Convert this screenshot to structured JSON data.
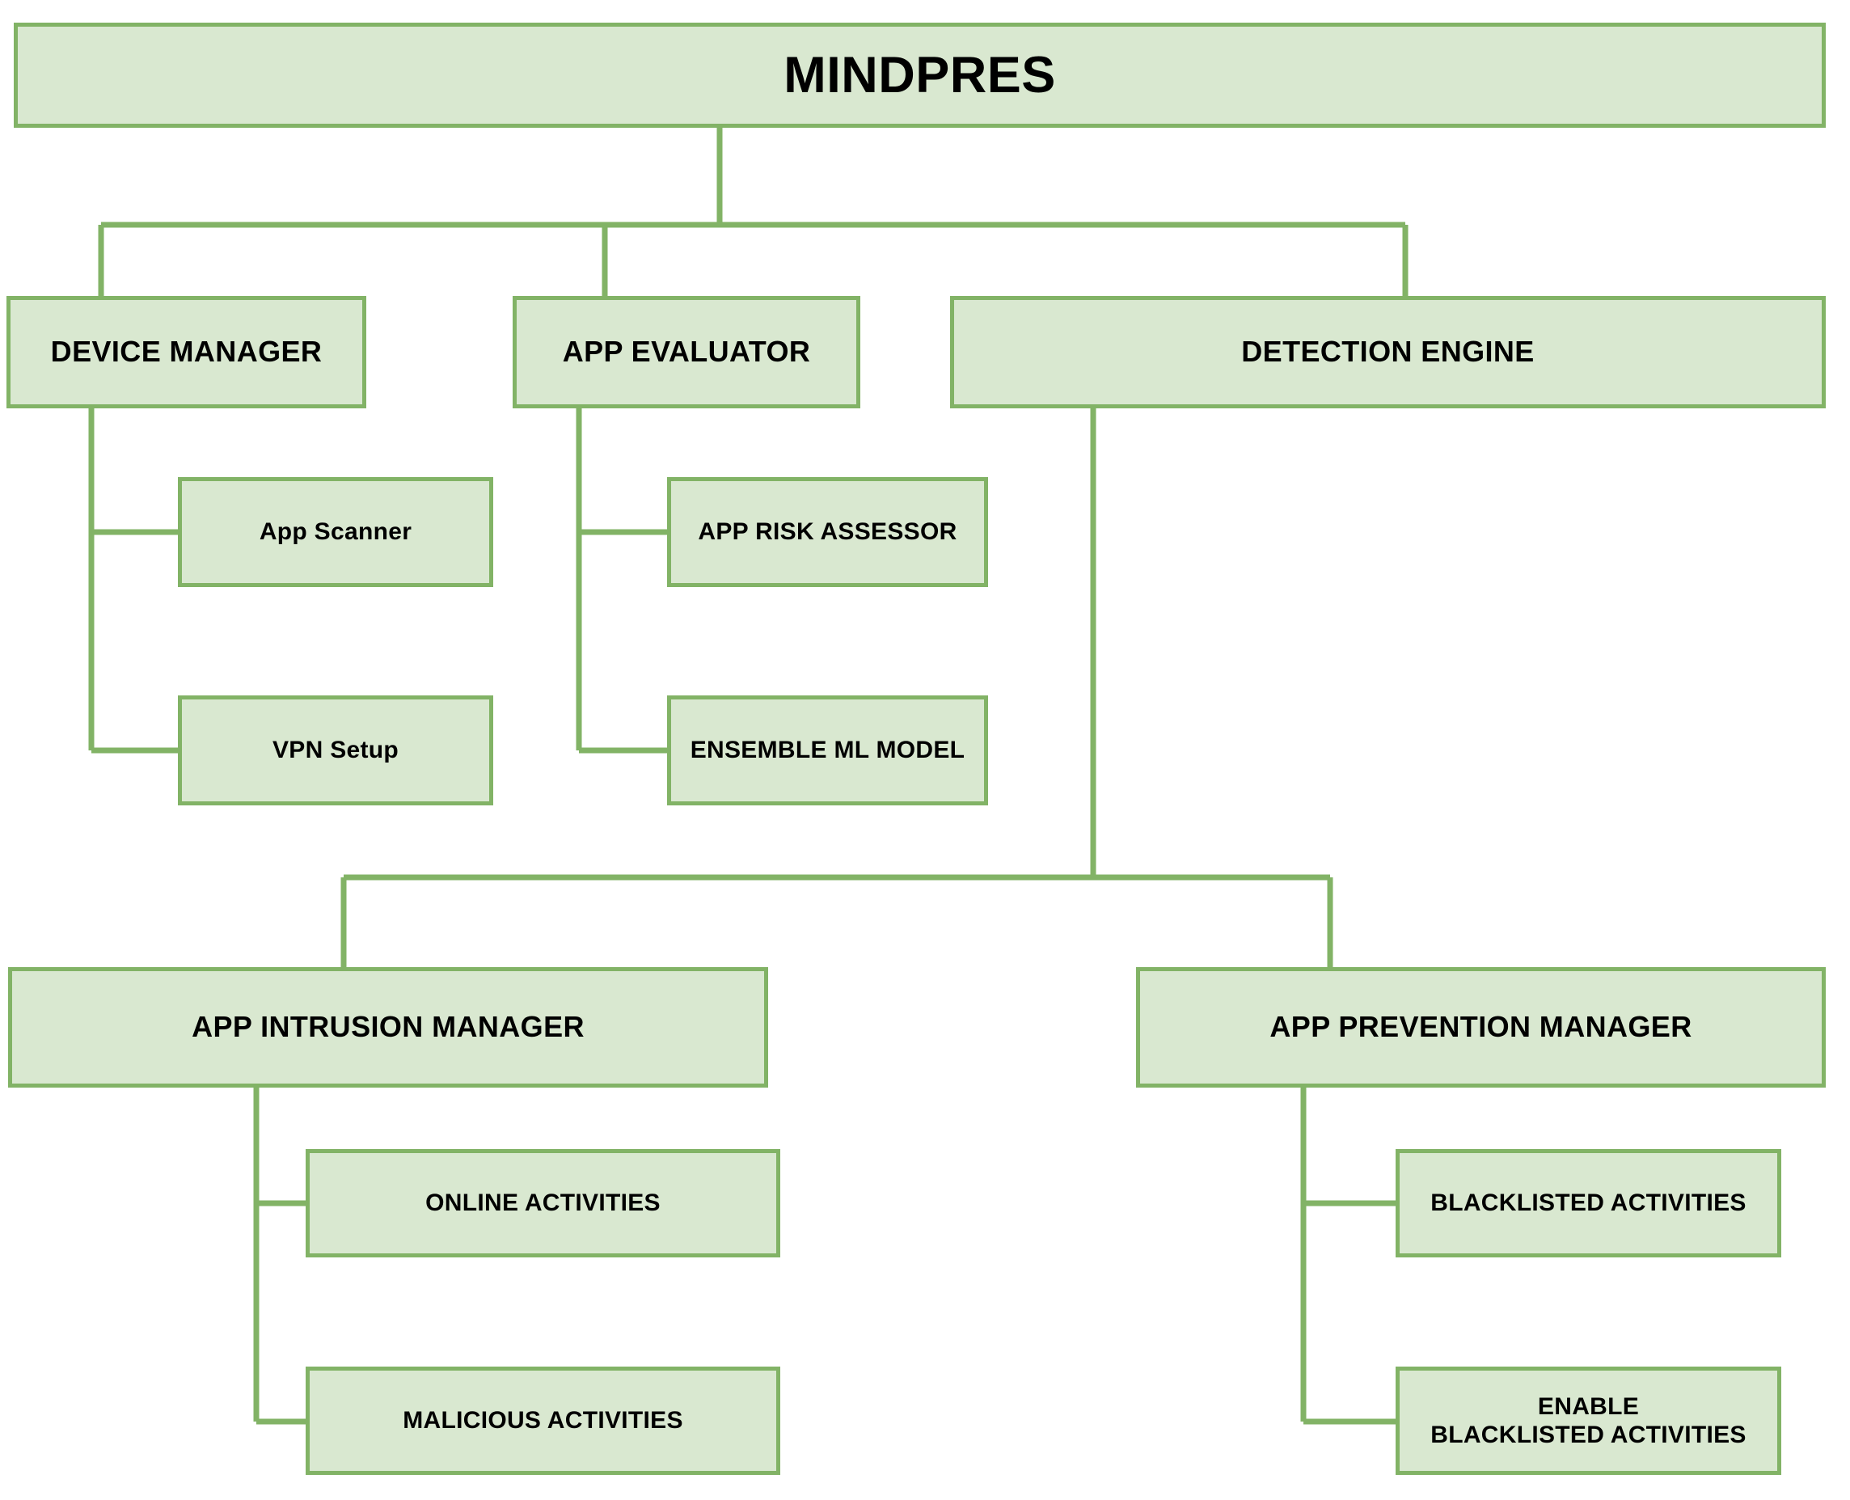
{
  "diagram": {
    "title": "MINDPRES",
    "type": "hierarchy-org-chart",
    "colors": {
      "node_fill": "#d9e8d0",
      "node_border": "#82b366",
      "connector": "#82b366",
      "text": "#000000",
      "background": "#ffffff"
    },
    "nodes": {
      "root": {
        "label": "MINDPRES"
      },
      "device_manager": {
        "label": "DEVICE MANAGER"
      },
      "app_evaluator": {
        "label": "APP EVALUATOR"
      },
      "detection_engine": {
        "label": "DETECTION ENGINE"
      },
      "app_scanner": {
        "label": "App Scanner"
      },
      "vpn_setup": {
        "label": "VPN Setup"
      },
      "app_risk_assessor": {
        "label": "APP RISK ASSESSOR"
      },
      "ensemble_ml_model": {
        "label": "ENSEMBLE ML MODEL"
      },
      "app_intrusion_manager": {
        "label": "APP INTRUSION MANAGER"
      },
      "app_prevention_manager": {
        "label": "APP PREVENTION MANAGER"
      },
      "online_activities": {
        "label": "ONLINE ACTIVITIES"
      },
      "malicious_activities": {
        "label": "MALICIOUS ACTIVITIES"
      },
      "blacklisted_activities": {
        "label": "BLACKLISTED ACTIVITIES"
      },
      "enable_blacklisted_activities": {
        "label": "ENABLE\nBLACKLISTED ACTIVITIES"
      }
    },
    "edges": [
      {
        "from": "root",
        "to": "device_manager"
      },
      {
        "from": "root",
        "to": "app_evaluator"
      },
      {
        "from": "root",
        "to": "detection_engine"
      },
      {
        "from": "device_manager",
        "to": "app_scanner"
      },
      {
        "from": "device_manager",
        "to": "vpn_setup"
      },
      {
        "from": "app_evaluator",
        "to": "app_risk_assessor"
      },
      {
        "from": "app_evaluator",
        "to": "ensemble_ml_model"
      },
      {
        "from": "detection_engine",
        "to": "app_intrusion_manager"
      },
      {
        "from": "detection_engine",
        "to": "app_prevention_manager"
      },
      {
        "from": "app_intrusion_manager",
        "to": "online_activities"
      },
      {
        "from": "app_intrusion_manager",
        "to": "malicious_activities"
      },
      {
        "from": "app_prevention_manager",
        "to": "blacklisted_activities"
      },
      {
        "from": "app_prevention_manager",
        "to": "enable_blacklisted_activities"
      }
    ]
  }
}
